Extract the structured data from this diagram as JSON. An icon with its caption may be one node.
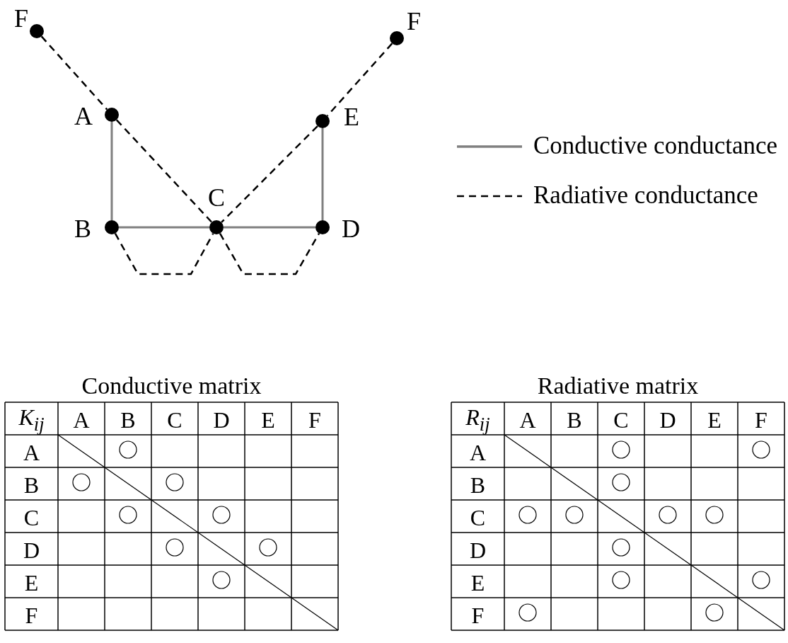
{
  "diagram": {
    "nodes": [
      {
        "text": [],
        "shape": "circle",
        "beside": [
          "F"
        ]
      },
      {
        "text": [],
        "shape": "circle",
        "beside": [
          "F"
        ]
      },
      {
        "text": [],
        "shape": "circle",
        "beside": [
          "A"
        ]
      },
      {
        "text": [],
        "shape": "circle",
        "beside": [
          "E"
        ]
      },
      {
        "text": [],
        "shape": "circle",
        "beside": [
          "C"
        ]
      },
      {
        "text": [],
        "shape": "circle",
        "beside": [
          "B"
        ]
      },
      {
        "text": [],
        "shape": "circle",
        "beside": [
          "D"
        ]
      }
    ],
    "edges": [
      {
        "from": 2,
        "to": 5,
        "arrow": "none",
        "color": "#808080"
      },
      {
        "from": 5,
        "to": 4,
        "arrow": "none",
        "color": "#808080"
      },
      {
        "from": 4,
        "to": 6,
        "arrow": "none",
        "color": "#808080"
      },
      {
        "from": 3,
        "to": 6,
        "arrow": "none",
        "color": "#808080"
      },
      {
        "from": 0,
        "to": 2,
        "arrow": "none",
        "style": "dashed"
      },
      {
        "from": 2,
        "to": 4,
        "arrow": "none",
        "style": "dashed"
      },
      {
        "from": 1,
        "to": 3,
        "arrow": "none",
        "style": "dashed"
      },
      {
        "from": 3,
        "to": 4,
        "arrow": "none",
        "style": "dashed"
      },
      {
        "from": 5,
        "to": 4,
        "arrow": "none",
        "style": "dashed"
      },
      {
        "from": 4,
        "to": 6,
        "arrow": "none",
        "style": "dashed"
      }
    ],
    "labels": [
      "Conductive matrix",
      "K$_{ij}$",
      "A",
      "B",
      "C",
      "D",
      "E",
      "F",
      "A",
      "B",
      "C",
      "D",
      "E",
      "F",
      "Radiative matrix",
      "R$_{ij}$",
      "A",
      "B",
      "C",
      "D",
      "E",
      "F",
      "A",
      "B",
      "C",
      "D",
      "E",
      "F"
    ],
    "legend": [
      {
        "text": "Conductive conductance"
      },
      {
        "text": "Radiative conductance"
      }
    ]
  }
}
